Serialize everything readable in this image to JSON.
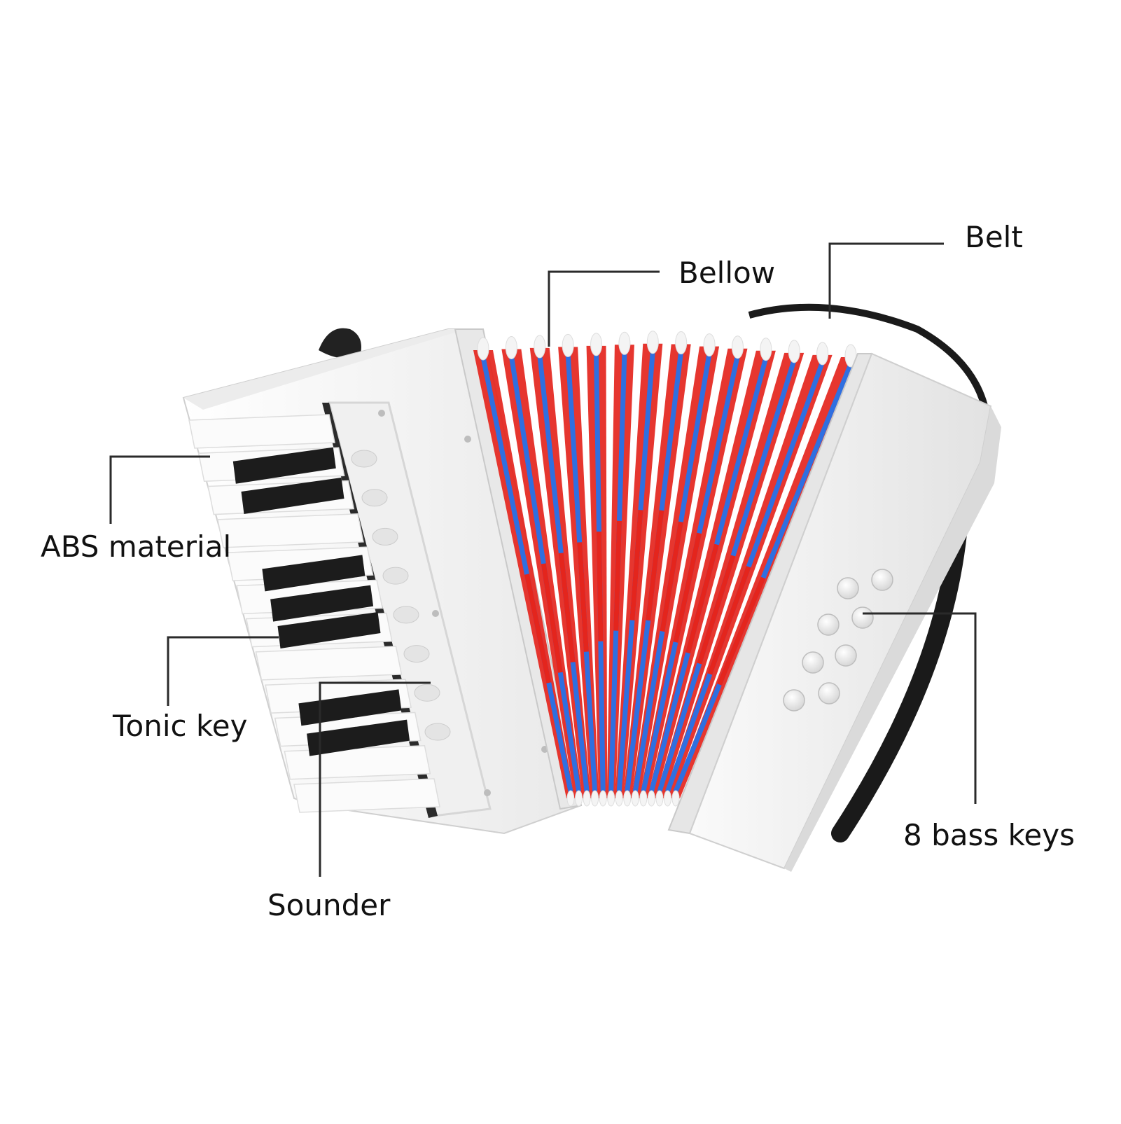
{
  "diagram": {
    "subject": "accordion",
    "labels": {
      "belt": "Belt",
      "bellow": "Bellow",
      "abs_material": "ABS material",
      "tonic_key": "Tonic key",
      "sounder": "Sounder",
      "bass_keys": "8 bass keys"
    },
    "colors": {
      "body": "#f6f6f6",
      "body_shadow": "#d9d9d9",
      "bellow_red": "#e4251d",
      "bellow_blue": "#2f6fe0",
      "bellow_tip": "#f4f4f4",
      "black_key": "#1c1c1c",
      "leader_line": "#2a2a2a"
    },
    "counts": {
      "bass_buttons": 8,
      "black_keys": 7,
      "bellow_folds": 14
    }
  }
}
